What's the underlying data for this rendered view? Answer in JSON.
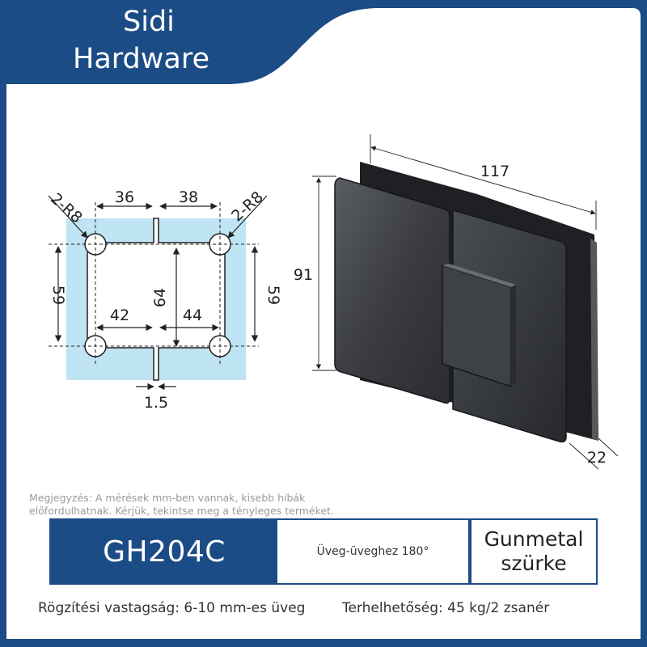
{
  "brand": {
    "line1": "Sidi",
    "line2": "Hardware",
    "color": "#1c4c86"
  },
  "drawing": {
    "dims": {
      "d36": "36",
      "d38": "38",
      "d42": "42",
      "d44": "44",
      "d59_left": "59",
      "d59_right": "59",
      "d64": "64",
      "d1_5": "1.5",
      "r_left": "2-R8",
      "r_right": "2-R8",
      "d117": "117",
      "d91": "91",
      "d22": "22"
    },
    "finish_color": "#3a3c40",
    "glass_color": "#bfe4f4"
  },
  "note": {
    "line1": "Megjegyzés: A mérések mm-ben vannak, kisebb hibák",
    "line2": "előfordulhatnak. Kérjük, tekintse meg a tényleges terméket."
  },
  "spec": {
    "model": "GH204C",
    "type": "Üveg-üveghez 180°",
    "finish_line1": "Gunmetal",
    "finish_line2": "szürke"
  },
  "footer": {
    "thickness": "Rögzítési vastagság: 6-10 mm-es üveg",
    "load": "Terhelhetőség: 45 kg/2 zsanér"
  }
}
